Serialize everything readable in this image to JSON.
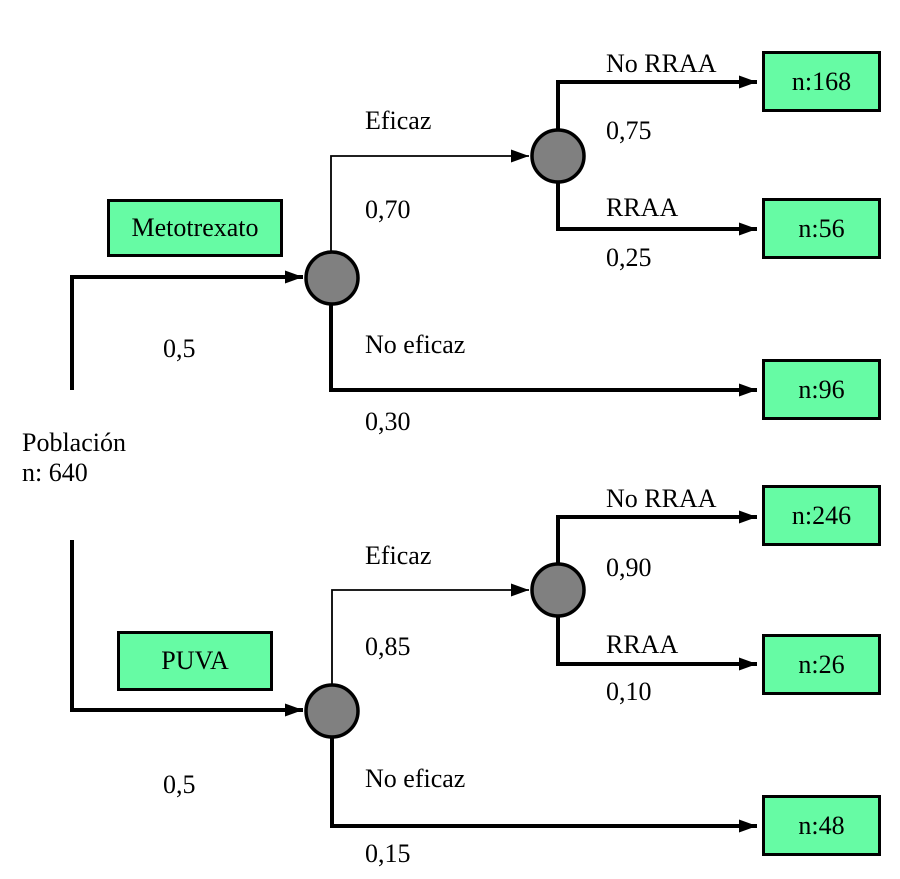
{
  "colors": {
    "leaf_fill": "#66fba4",
    "chance_node_fill": "#808080",
    "line_color": "#000000",
    "text_color": "#000000",
    "background": "#ffffff"
  },
  "root": {
    "name": "Población",
    "n_label": "n: 640"
  },
  "branches": {
    "metotrexato": {
      "treatment": "Metotrexato",
      "probability": "0,5",
      "eficaz": {
        "label": "Eficaz",
        "probability": "0,70",
        "no_rraa": {
          "label": "No RRAA",
          "probability": "0,75",
          "outcome": "n:168"
        },
        "rraa": {
          "label": "RRAA",
          "probability": "0,25",
          "outcome": "n:56"
        }
      },
      "no_eficaz": {
        "label": "No eficaz",
        "probability": "0,30",
        "outcome": "n:96"
      }
    },
    "puva": {
      "treatment": "PUVA",
      "probability": "0,5",
      "eficaz": {
        "label": "Eficaz",
        "probability": "0,85",
        "no_rraa": {
          "label": "No RRAA",
          "probability": "0,90",
          "outcome": "n:246"
        },
        "rraa": {
          "label": "RRAA",
          "probability": "0,10",
          "outcome": "n:26"
        }
      },
      "no_eficaz": {
        "label": "No eficaz",
        "probability": "0,15",
        "outcome": "n:48"
      }
    }
  }
}
